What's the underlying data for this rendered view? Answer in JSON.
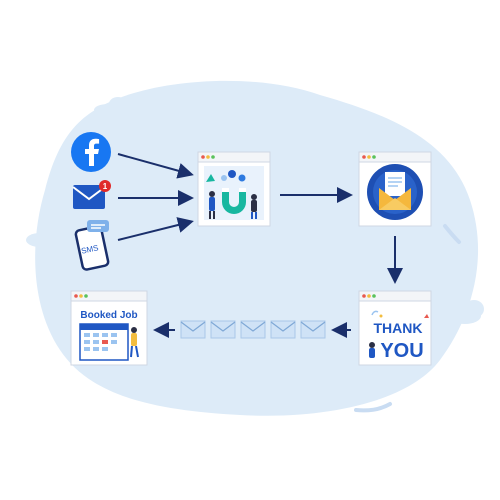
{
  "diagram": {
    "sources": [
      {
        "id": "facebook",
        "icon": "facebook-icon",
        "label": ""
      },
      {
        "id": "email",
        "icon": "envelope-icon",
        "badge": "1"
      },
      {
        "id": "sms",
        "icon": "phone-sms-icon",
        "label": "SMS"
      }
    ],
    "steps": [
      {
        "id": "lead-magnet",
        "icon": "magnet-people-icon"
      },
      {
        "id": "mail-delivery",
        "icon": "open-mail-icon"
      },
      {
        "id": "thank-you",
        "icon": "thank-you-lettering-icon",
        "text_line1": "THANK",
        "text_line2": "YOU"
      },
      {
        "id": "booked-job",
        "icon": "calendar-booking-icon",
        "text": "Booked Job"
      }
    ],
    "follow_up_emails": 5,
    "colors": {
      "background_blob": "#ddebf8",
      "arrow": "#1a2f6b",
      "facebook": "#1877f2",
      "accent_blue": "#1f57c3",
      "badge": "#e02a2a",
      "window_dot_red": "#e8594f",
      "window_dot_yellow": "#f3bd3f",
      "window_dot_green": "#5bc25b",
      "envelope_small": "#cfe2f6"
    }
  }
}
